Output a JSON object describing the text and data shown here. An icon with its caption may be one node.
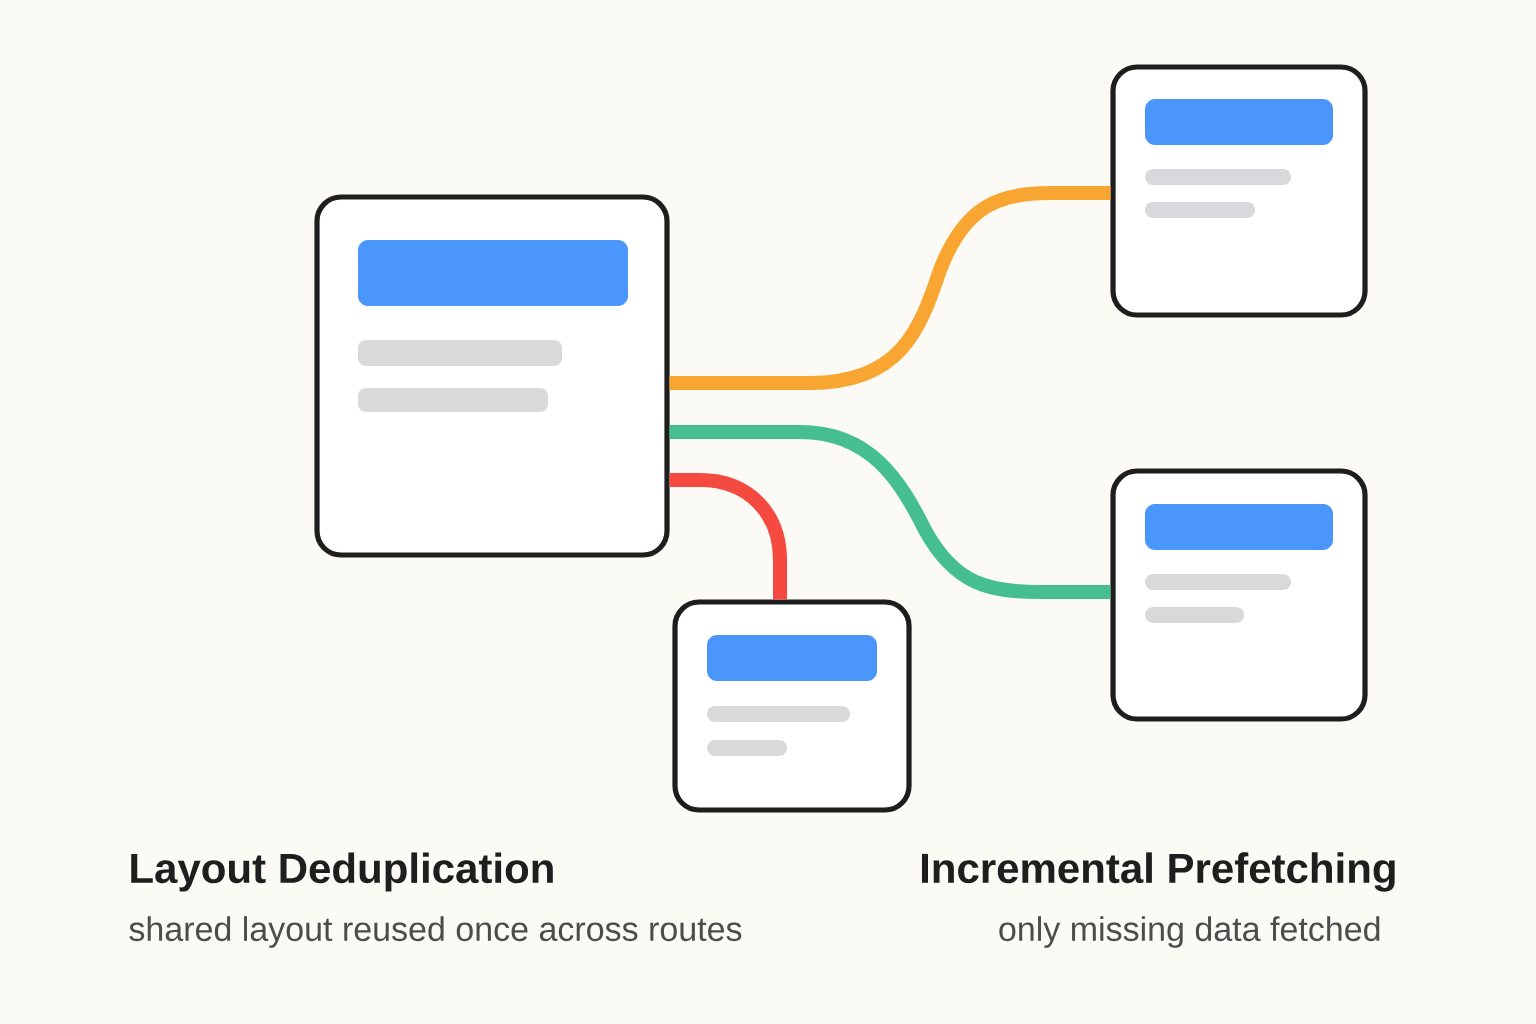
{
  "diagram": {
    "nodes": [
      {
        "text": [],
        "shape": "box"
      },
      {
        "text": [],
        "shape": "box"
      },
      {
        "text": [],
        "shape": "box"
      },
      {
        "text": [],
        "shape": "box"
      }
    ],
    "edges": [
      {
        "from": 0,
        "to": 1,
        "arrow": "none",
        "color": "#f9a531"
      },
      {
        "from": 0,
        "to": 2,
        "arrow": "none",
        "color": "#45bf8f"
      },
      {
        "from": 0,
        "to": 3,
        "arrow": "none",
        "color": "#f44a3f"
      }
    ],
    "labels": [
      "Layout Deduplication",
      "shared layout reused once across routes",
      "Incremental Prefetching",
      "only missing data fetched"
    ]
  }
}
